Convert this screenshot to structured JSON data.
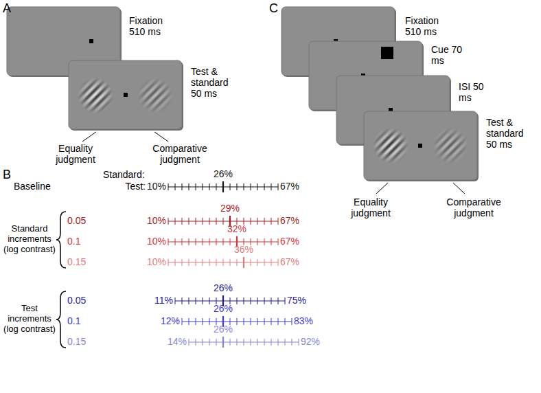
{
  "diagram": {
    "labels": [
      "A",
      "Fixation 510 ms",
      "Test & standard 50 ms",
      "Equality judgment",
      "Comparative judgment",
      "B",
      "Standard:",
      "26%",
      "Baseline",
      "Test:",
      "10%",
      "67%",
      "Standard increments (log contrast)",
      "0.05",
      "29%",
      "10%",
      "67%",
      "0.1",
      "32%",
      "10%",
      "67%",
      "0.15",
      "36%",
      "10%",
      "67%",
      "Test increments (log contrast)",
      "0.05",
      "26%",
      "11%",
      "75%",
      "0.1",
      "26%",
      "12%",
      "83%",
      "0.15",
      "26%",
      "14%",
      "92%",
      "C",
      "Fixation 510 ms",
      "Cue 70 ms",
      "ISI 50 ms",
      "Test & standard 50 ms",
      "Equality judgment",
      "Comparative judgment"
    ]
  }
}
